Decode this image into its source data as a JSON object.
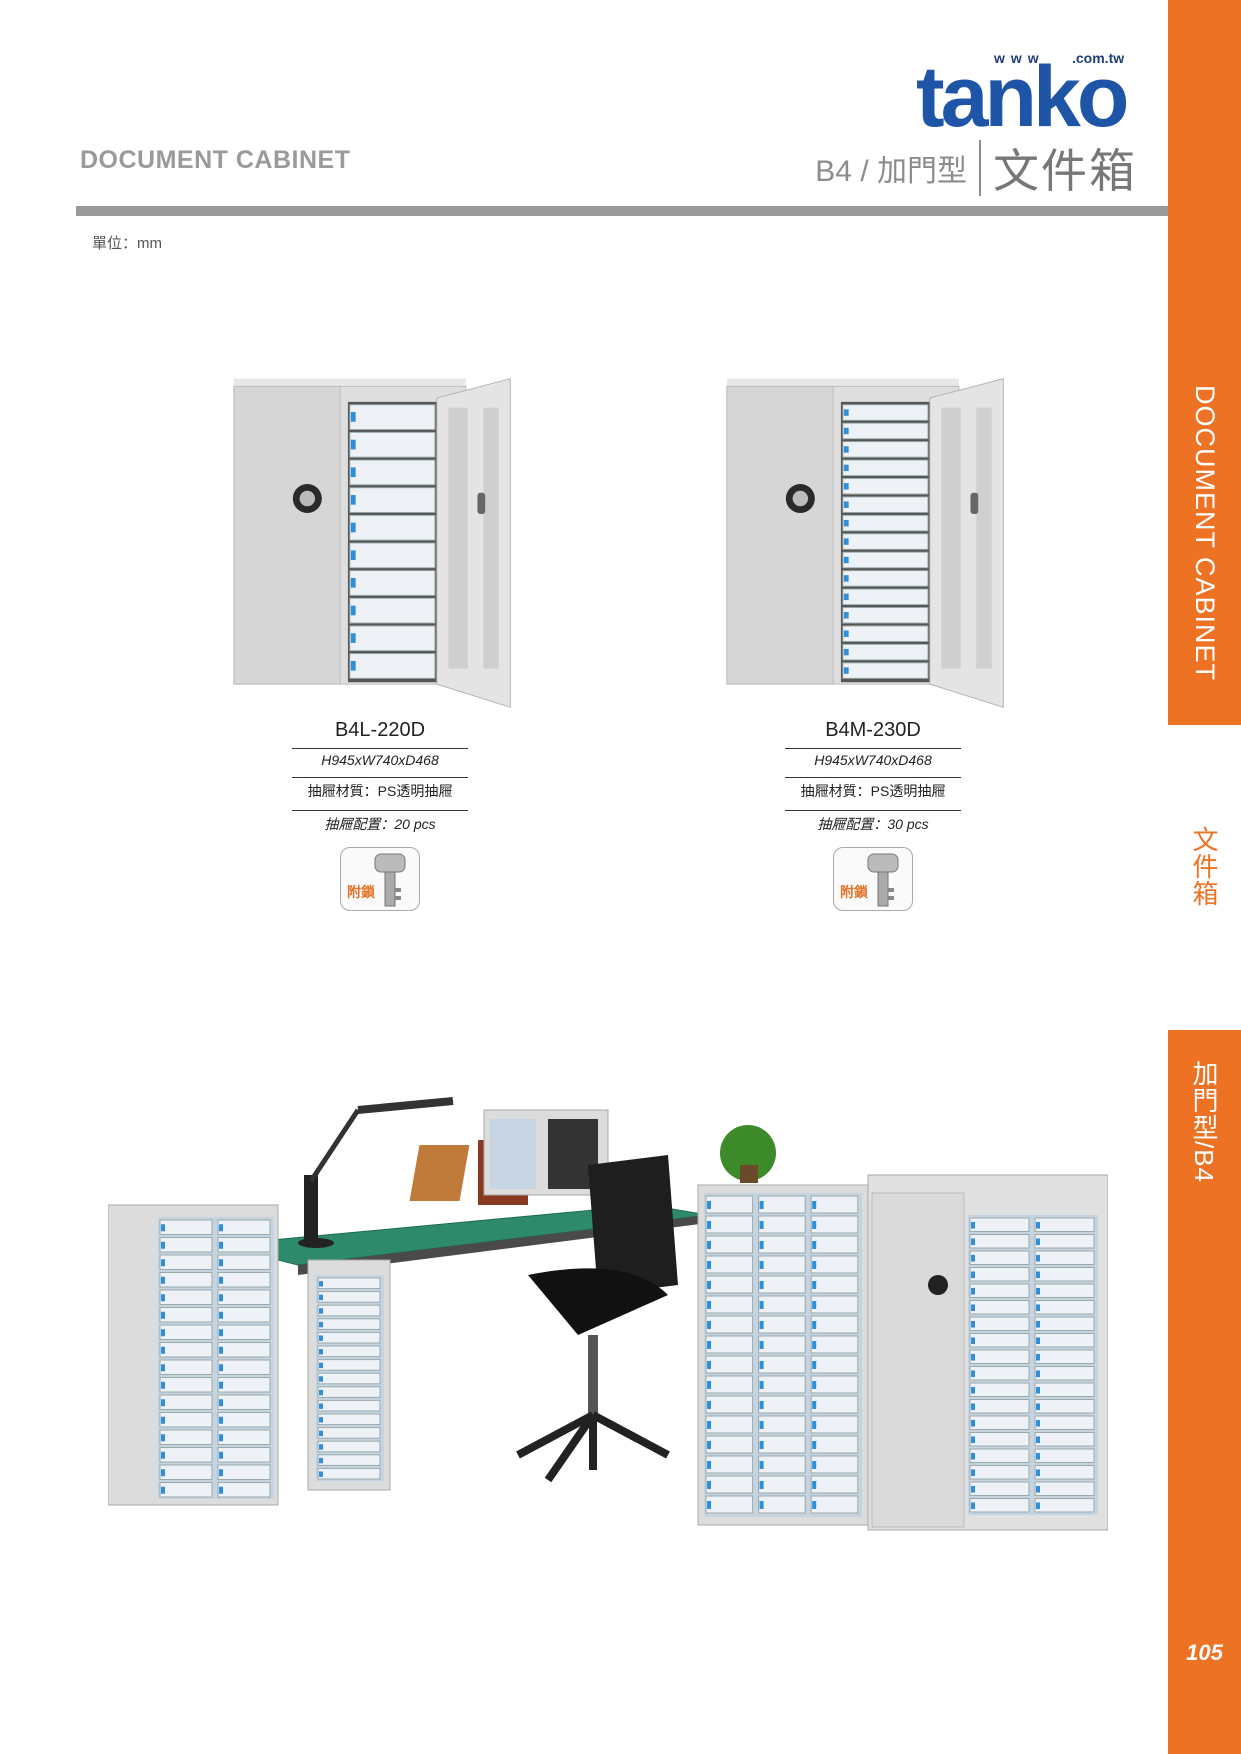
{
  "brand": {
    "www": "www",
    "domain": ".com.tw",
    "name": "tanko"
  },
  "header": {
    "doc_label": "DOCUMENT CABINET",
    "subtitle": "B4 / 加門型",
    "title": "文件箱",
    "unit": "單位：mm"
  },
  "sidebar": {
    "en_label": "DOCUMENT CABINET",
    "zh_label": "文件箱",
    "type_label": "加門型/B4",
    "page_number": "105"
  },
  "products": [
    {
      "model": "B4L-220D",
      "dimensions": "H945xW740xD468",
      "material": "抽屜材質：PS透明抽屜",
      "config": "抽屜配置：20 pcs",
      "drawer_count": 20,
      "key_label": "附鎖"
    },
    {
      "model": "B4M-230D",
      "dimensions": "H945xW740xD468",
      "material": "抽屜材質：PS透明抽屜",
      "config": "抽屜配置：30 pcs",
      "drawer_count": 30,
      "key_label": "附鎖"
    }
  ],
  "colors": {
    "accent_orange": "#ee7223",
    "brand_blue": "#1f55a6",
    "cabinet_gray": "#dcdcdc",
    "desk_green": "#2d8a6a",
    "drawer_blue": "#2f8fd8"
  }
}
